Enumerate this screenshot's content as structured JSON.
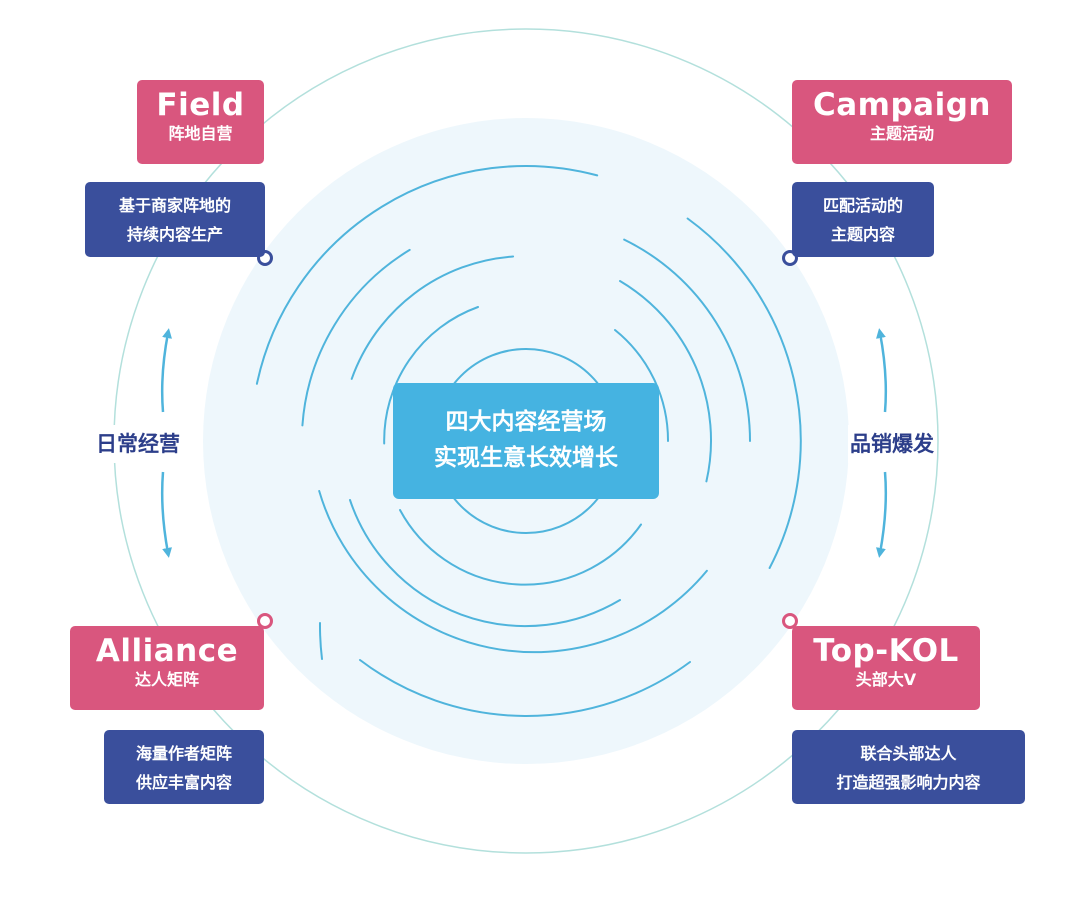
{
  "center": {
    "line1": "四大内容经营场",
    "line2": "实现生意长效增长"
  },
  "side_labels": {
    "left": "日常经营",
    "right": "品销爆发"
  },
  "quadrants": {
    "field": {
      "title": "Field",
      "subtitle": "阵地自营",
      "desc": [
        "基于商家阵地的",
        "持续内容生产"
      ]
    },
    "campaign": {
      "title": "Campaign",
      "subtitle": "主题活动",
      "desc": [
        "匹配活动的",
        "主题内容"
      ]
    },
    "alliance": {
      "title": "Alliance",
      "subtitle": "达人矩阵",
      "desc": [
        "海量作者矩阵",
        "供应丰富内容"
      ]
    },
    "topkol": {
      "title": "Top-KOL",
      "subtitle": "头部大V",
      "desc": [
        "联合头部达人",
        "打造超强影响力内容"
      ]
    }
  },
  "colors": {
    "pink": "#d9567e",
    "navy": "#3a4f9c",
    "center_blue": "#45b3e1",
    "ring_blue": "#4fb4dc",
    "halo": "#eef7fc",
    "outer_ring": "#a9dcd8"
  }
}
